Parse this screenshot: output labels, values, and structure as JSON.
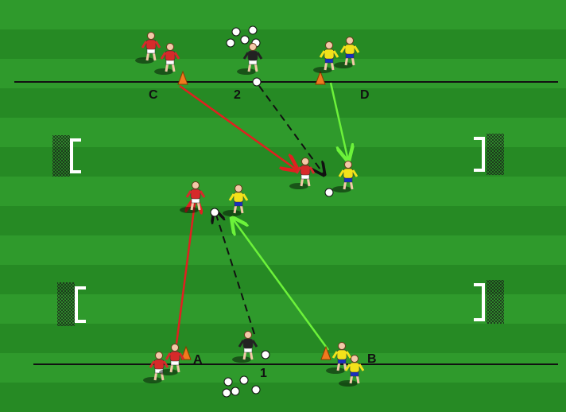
{
  "labels": {
    "top_left": "C",
    "top_middle": "2",
    "top_right": "D",
    "bottom_left": "A",
    "bottom_middle": "1",
    "bottom_right": "B"
  },
  "colors": {
    "grass_light": "#2f9a2c",
    "grass_dark": "#268a24",
    "line": "#111111",
    "team_red": "#d62a2a",
    "team_yellow": "#f2e21a",
    "shorts_blue": "#1a2fbf",
    "server_black": "#222222",
    "arrow_red": "#e02020",
    "arrow_green": "#6cf23a",
    "arrow_black": "#111111",
    "cone": "#f07a1e",
    "goal_white": "#ffffff"
  }
}
